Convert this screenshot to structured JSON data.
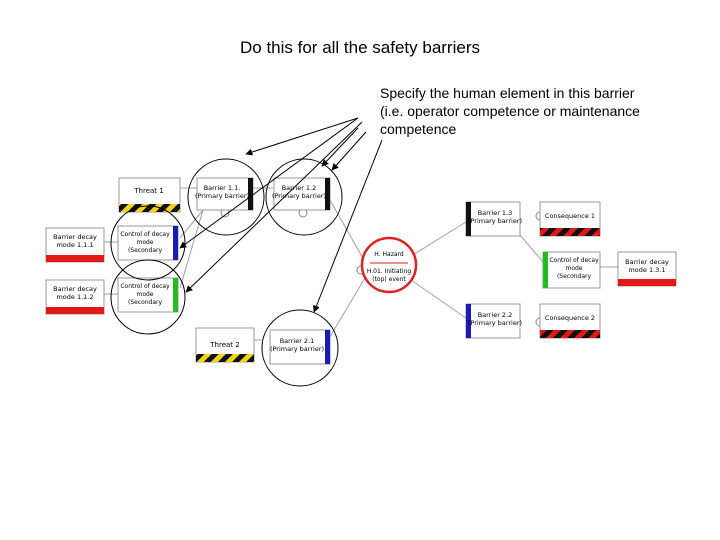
{
  "header": {
    "title": "Do this for all the safety barriers"
  },
  "annotation": {
    "text": "Specify the human element in this barrier\n(i.e. operator competence or maintenance\ncompetence"
  },
  "colors": {
    "barrier_black": "#111111",
    "barrier_blue": "#1a1ab8",
    "barrier_green": "#22bb22",
    "decay_red": "#e01818",
    "hazard_red": "#dd2222",
    "threat_hatch": "#f2d21a"
  },
  "diagram": {
    "threats": [
      {
        "id": "threat1",
        "label": "Threat 1"
      },
      {
        "id": "threat2",
        "label": "Threat 2"
      }
    ],
    "barriers": [
      {
        "id": "b111",
        "line1": "Barrier 1.1.",
        "line2": "(Primary barrier)"
      },
      {
        "id": "b112",
        "line1": "Barrier 1.2",
        "line2": "(Primary barrier)"
      },
      {
        "id": "b13",
        "line1": "Barrier 1.3",
        "line2": "(Primary barrier)"
      },
      {
        "id": "b21",
        "line1": "Barrier 2.1",
        "line2": "(Primary barrier)"
      },
      {
        "id": "b22",
        "line1": "Barrier 2.2",
        "line2": "(Primary barrier)"
      }
    ],
    "controls": [
      {
        "id": "c1",
        "line1": "Control of decay",
        "line2": "mode",
        "line3": "(Secondary"
      },
      {
        "id": "c2",
        "line1": "Control of decay",
        "line2": "mode",
        "line3": "(Secondary"
      },
      {
        "id": "c3",
        "line1": "Control of decay",
        "line2": "mode",
        "line3": "(Secondary"
      }
    ],
    "decays": [
      {
        "id": "d111",
        "line1": "Barrier decay",
        "line2": "mode 1.1.1"
      },
      {
        "id": "d112",
        "line1": "Barrier decay",
        "line2": "mode 1.1.2"
      },
      {
        "id": "d131",
        "line1": "Barrier decay",
        "line2": "mode 1.3.1"
      }
    ],
    "hazard": {
      "label": "H. Hazard"
    },
    "top_event": {
      "line1": "H.01. Initiating",
      "line2": "(top) event"
    },
    "consequences": [
      {
        "id": "cons1",
        "label": "Consequence 1"
      },
      {
        "id": "cons2",
        "label": "Consequence 2"
      }
    ]
  }
}
